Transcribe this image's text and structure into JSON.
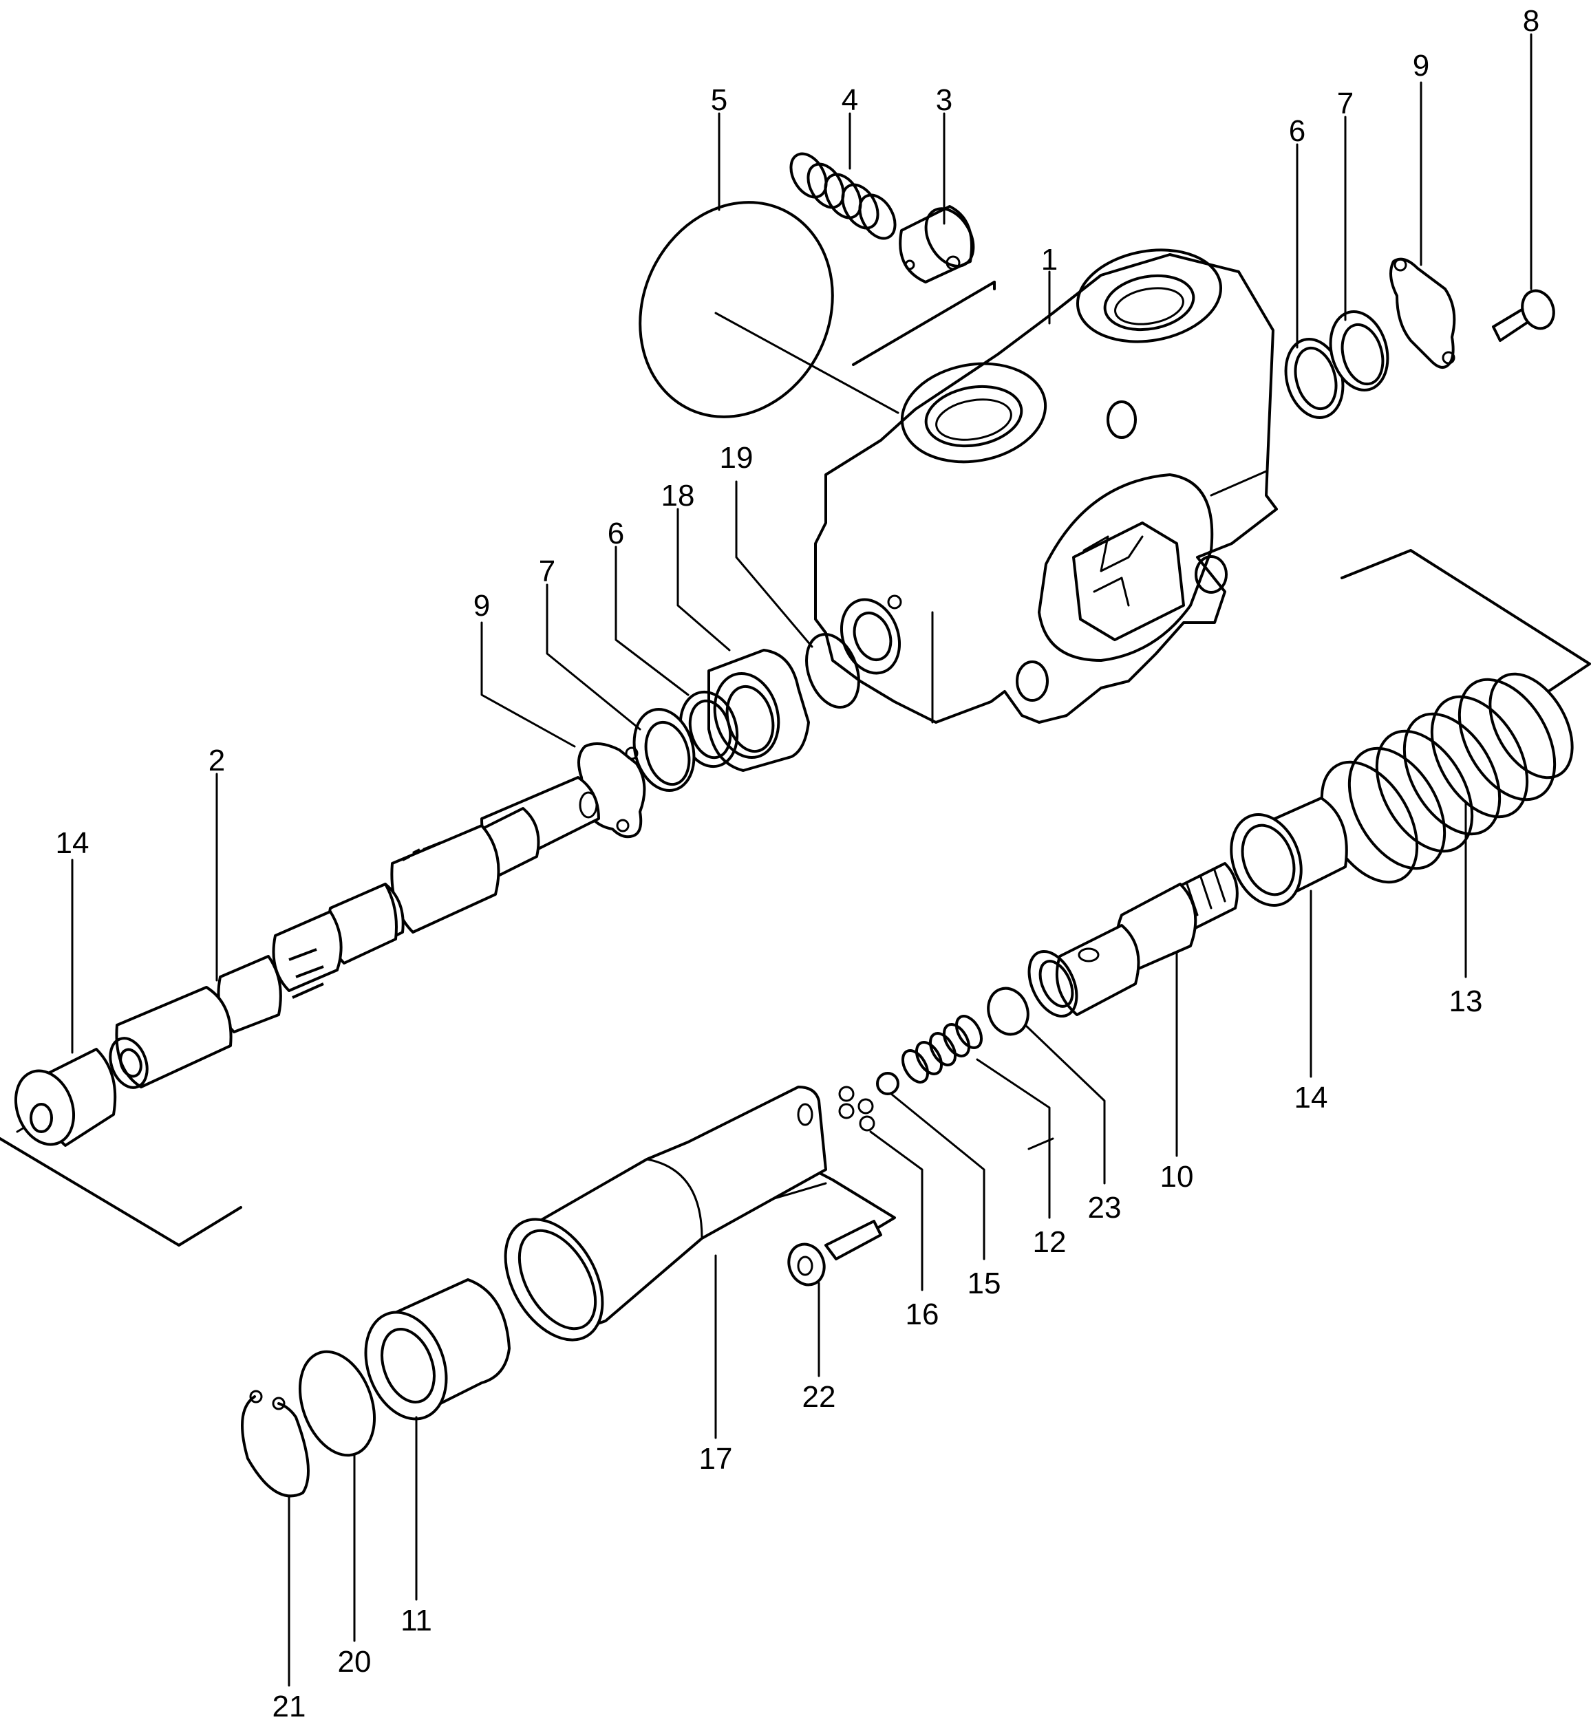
{
  "labels": [
    {
      "id": "c1",
      "text": "1"
    },
    {
      "id": "c2",
      "text": "2"
    },
    {
      "id": "c3",
      "text": "3"
    },
    {
      "id": "c4",
      "text": "4"
    },
    {
      "id": "c5",
      "text": "5"
    },
    {
      "id": "c6a",
      "text": "6"
    },
    {
      "id": "c6b",
      "text": "6"
    },
    {
      "id": "c7a",
      "text": "7"
    },
    {
      "id": "c7b",
      "text": "7"
    },
    {
      "id": "c8",
      "text": "8"
    },
    {
      "id": "c9a",
      "text": "9"
    },
    {
      "id": "c9b",
      "text": "9"
    },
    {
      "id": "c10",
      "text": "10"
    },
    {
      "id": "c11",
      "text": "11"
    },
    {
      "id": "c12",
      "text": "12"
    },
    {
      "id": "c13",
      "text": "13"
    },
    {
      "id": "c14a",
      "text": "14"
    },
    {
      "id": "c14b",
      "text": "14"
    },
    {
      "id": "c15",
      "text": "15"
    },
    {
      "id": "c16",
      "text": "16"
    },
    {
      "id": "c17",
      "text": "17"
    },
    {
      "id": "c18",
      "text": "18"
    },
    {
      "id": "c19",
      "text": "19"
    },
    {
      "id": "c20",
      "text": "20"
    },
    {
      "id": "c21",
      "text": "21"
    },
    {
      "id": "c22",
      "text": "22"
    },
    {
      "id": "c23",
      "text": "23"
    }
  ]
}
